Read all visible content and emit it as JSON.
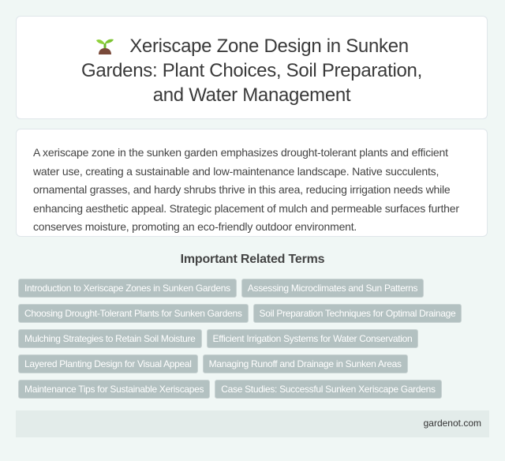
{
  "header": {
    "icon": "seedling-icon",
    "title": "Xeriscape Zone Design in Sunken Gardens: Plant Choices, Soil Preparation, and Water Management"
  },
  "description": "A xeriscape zone in the sunken garden emphasizes drought-tolerant plants and efficient water use, creating a sustainable and low-maintenance landscape. Native succulents, ornamental grasses, and hardy shrubs thrive in this area, reducing irrigation needs while enhancing aesthetic appeal. Strategic placement of mulch and permeable surfaces further conserves moisture, promoting an eco-friendly outdoor environment.",
  "related": {
    "heading": "Important Related Terms",
    "terms": [
      "Introduction to Xeriscape Zones in Sunken Gardens",
      "Assessing Microclimates and Sun Patterns",
      "Choosing Drought-Tolerant Plants for Sunken Gardens",
      "Soil Preparation Techniques for Optimal Drainage",
      "Mulching Strategies to Retain Soil Moisture",
      "Efficient Irrigation Systems for Water Conservation",
      "Layered Planting Design for Visual Appeal",
      "Managing Runoff and Drainage in Sunken Areas",
      "Maintenance Tips for Sustainable Xeriscapes",
      "Case Studies: Successful Sunken Xeriscape Gardens"
    ]
  },
  "footer": {
    "site": "gardenot.com"
  },
  "colors": {
    "page_bg": "#f0f7f5",
    "tag_bg": "#b3c1c1",
    "footer_bg": "#e3ecea"
  }
}
